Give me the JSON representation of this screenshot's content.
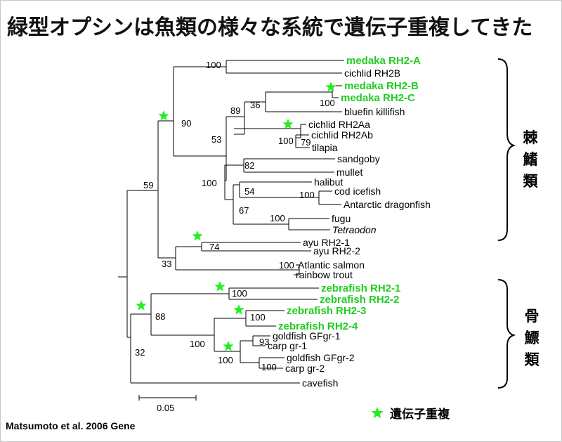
{
  "title": "緑型オプシンは魚類の様々な系統で遺伝子重複してきた",
  "leaves": [
    {
      "id": "medaka_a",
      "label": "medaka RH2-A",
      "highlight": true
    },
    {
      "id": "cichlid_rh2b",
      "label": "cichlid RH2B"
    },
    {
      "id": "medaka_b",
      "label": "medaka RH2-B",
      "highlight": true
    },
    {
      "id": "medaka_c",
      "label": "medaka RH2-C",
      "highlight": true
    },
    {
      "id": "bluefin",
      "label": "bluefin killifish"
    },
    {
      "id": "cichlid_aa",
      "label": "cichlid RH2Aa"
    },
    {
      "id": "cichlid_ab",
      "label": "cichlid RH2Ab"
    },
    {
      "id": "tilapia",
      "label": "tilapia"
    },
    {
      "id": "sandgoby",
      "label": "sandgoby"
    },
    {
      "id": "mullet",
      "label": "mullet"
    },
    {
      "id": "halibut",
      "label": "halibut"
    },
    {
      "id": "cod_icefish",
      "label": "cod icefish"
    },
    {
      "id": "antarctic",
      "label": "Antarctic dragonfish"
    },
    {
      "id": "fugu",
      "label": "fugu"
    },
    {
      "id": "tetraodon",
      "label": "Tetraodon",
      "italic": true
    },
    {
      "id": "ayu1",
      "label": "ayu RH2-1"
    },
    {
      "id": "ayu2",
      "label": "ayu RH2-2"
    },
    {
      "id": "salmon",
      "label": "Atlantic salmon"
    },
    {
      "id": "trout",
      "label": "rainbow trout"
    },
    {
      "id": "zf1",
      "label": "zebrafish RH2-1",
      "highlight": true
    },
    {
      "id": "zf2",
      "label": "zebrafish RH2-2",
      "highlight": true
    },
    {
      "id": "zf3",
      "label": "zebrafish RH2-3",
      "highlight": true
    },
    {
      "id": "zf4",
      "label": "zebrafish RH2-4",
      "highlight": true
    },
    {
      "id": "gf1",
      "label": "goldfish GFgr-1"
    },
    {
      "id": "carp1",
      "label": "carp gr-1"
    },
    {
      "id": "gf2",
      "label": "goldfish GFgr-2"
    },
    {
      "id": "carp2",
      "label": "carp gr-2"
    },
    {
      "id": "cavefish",
      "label": "cavefish"
    }
  ],
  "bootstrap": [
    {
      "id": "b_medaka_cichlid",
      "value": "100"
    },
    {
      "id": "b_root_percomorph",
      "value": "90"
    },
    {
      "id": "b_medaka_bc",
      "value": "100"
    },
    {
      "id": "b_36",
      "value": "36"
    },
    {
      "id": "b_89",
      "value": "89"
    },
    {
      "id": "b_cichlid_tilapia",
      "value": "100"
    },
    {
      "id": "b_79",
      "value": "79"
    },
    {
      "id": "b_53",
      "value": "53"
    },
    {
      "id": "b_82",
      "value": "82"
    },
    {
      "id": "b_100_lower",
      "value": "100"
    },
    {
      "id": "b_54",
      "value": "54"
    },
    {
      "id": "b_notothen",
      "value": "100"
    },
    {
      "id": "b_67",
      "value": "67"
    },
    {
      "id": "b_fugu",
      "value": "100"
    },
    {
      "id": "b_59",
      "value": "59"
    },
    {
      "id": "b_74",
      "value": "74"
    },
    {
      "id": "b_33",
      "value": "33"
    },
    {
      "id": "b_salmonid",
      "value": "100"
    },
    {
      "id": "b_zf12",
      "value": "100"
    },
    {
      "id": "b_88",
      "value": "88"
    },
    {
      "id": "b_zf34",
      "value": "100"
    },
    {
      "id": "b_cyprinid",
      "value": "100"
    },
    {
      "id": "b_93",
      "value": "93"
    },
    {
      "id": "b_gr2",
      "value": "100"
    },
    {
      "id": "b_100_cyp",
      "value": "100"
    },
    {
      "id": "b_32",
      "value": "32"
    }
  ],
  "groups": {
    "acanthopterygii": "棘鰭類",
    "ostariophysi": "骨鰾類"
  },
  "scale": {
    "label": "0.05"
  },
  "legend": {
    "label": "遺伝子重複",
    "icon": "star-icon"
  },
  "credit": "Matsumoto et al. 2006 Gene",
  "colors": {
    "highlight": "#22cc22",
    "star": "#22ee22",
    "line": "#000000"
  }
}
